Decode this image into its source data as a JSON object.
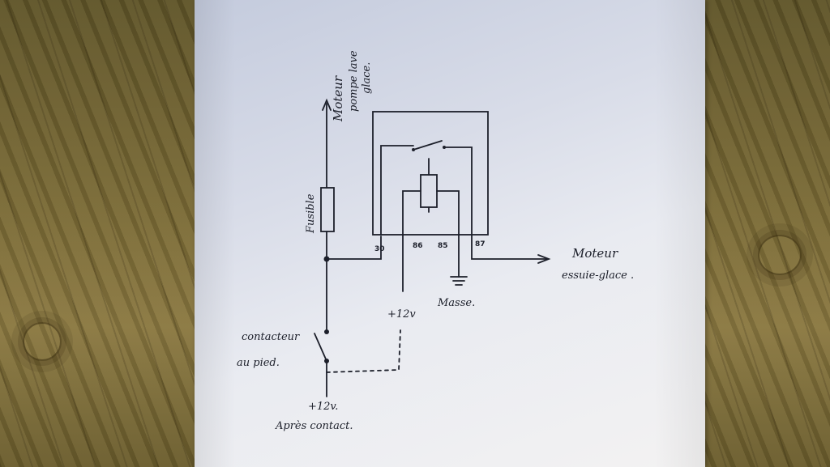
{
  "labels": {
    "motor_pump_line1": "Moteur",
    "motor_pump_line2": "pompe lave",
    "motor_pump_line3": "glace.",
    "fuse": "Fusible",
    "motor_wiper_line1": "Moteur",
    "motor_wiper_line2": "essuie-glace .",
    "ground": "Masse.",
    "plus12_relay": "+12v",
    "foot_switch_line1": "contacteur",
    "foot_switch_line2": "au pied.",
    "plus12_bottom": "+12v.",
    "after_contact": "Après contact."
  },
  "relay_pins": [
    "30",
    "86",
    "85",
    "87"
  ],
  "colors": {
    "ink": "#1c1f2a",
    "paper": "#e4e6ee",
    "wood": "#7a6a35"
  }
}
